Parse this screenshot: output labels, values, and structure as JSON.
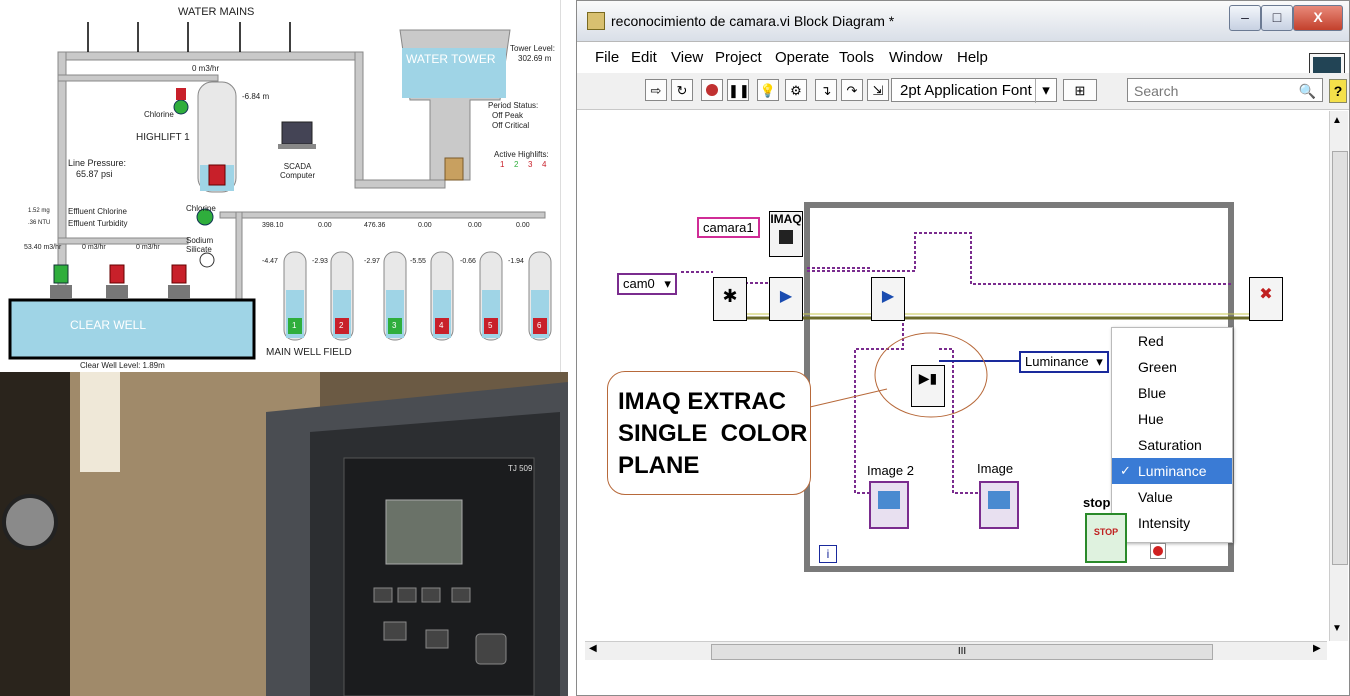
{
  "scada": {
    "water_mains": "WATER MAINS",
    "water_tower": "WATER TOWER",
    "tower_level_label": "Tower Level:",
    "tower_level_value": "302.69 m",
    "flow_top": "0 m3/hr",
    "level_highlift": "-6.84 m",
    "chlorine_top": "Chlorine",
    "highlift": "HIGHLIFT 1",
    "period_status_label": "Period Status:",
    "period_status_peak": "Off Peak",
    "period_status_critical": "Off Critical",
    "scada_computer": "SCADA\nComputer",
    "active_highlifts": "Active Highlifts:",
    "highlift_numbers": [
      "1",
      "2",
      "3",
      "4"
    ],
    "line_pressure_label": "Line Pressure:",
    "line_pressure_value": "65.87 psi",
    "effluent_chlorine_value": "1.52 mg",
    "effluent_chlorine_label": "Effluent Chlorine",
    "effluent_turbidity_value": ".36 NTU",
    "effluent_turbidity_label": "Effluent Turbidity",
    "chlorine_mid": "Chlorine",
    "sodium_silicate": "Sodium\nSilicate",
    "pump_flows": [
      "53.40 m3/hr",
      "0 m3/hr",
      "0 m3/hr"
    ],
    "well_flows": [
      "398.10",
      "0.00",
      "476.36",
      "0.00",
      "0.00",
      "0.00"
    ],
    "well_levels": [
      "-4.47",
      "-2.93",
      "-2.97",
      "-5.55",
      "-0.66",
      "-1.94"
    ],
    "well_numbers": [
      "1",
      "2",
      "3",
      "4",
      "5",
      "6"
    ],
    "clear_well": "CLEAR WELL",
    "main_well_field": "MAIN WELL FIELD",
    "clear_well_level": "Clear Well Level: 1.89m",
    "colors": {
      "water": "#9fd4e6",
      "pipe": "#c9c9c9",
      "pump_on": "#2fae3c",
      "pump_off": "#c8202a"
    }
  },
  "labview": {
    "title": "reconocimiento de camara.vi Block Diagram *",
    "window_buttons": {
      "minimize": "–",
      "maximize": "□",
      "close": "X"
    },
    "menu": [
      "File",
      "Edit",
      "View",
      "Project",
      "Operate",
      "Tools",
      "Window",
      "Help"
    ],
    "toolbar": {
      "font": "2pt Application Font",
      "search_placeholder": "Search",
      "help": "?"
    },
    "diagram": {
      "camara_label": "camara1",
      "imaq_label": "IMAQ",
      "cam_control": "cam0",
      "enum_value": "Luminance",
      "image2": "Image 2",
      "image": "Image",
      "stop": "stop",
      "stop_btn": "STOP",
      "loop_info": "i",
      "callout": "IMAQ EXTRAC\nSINGLE  COLOR\nPLANE"
    },
    "dropdown": [
      {
        "label": "Red",
        "selected": false
      },
      {
        "label": "Green",
        "selected": false
      },
      {
        "label": "Blue",
        "selected": false
      },
      {
        "label": "Hue",
        "selected": false
      },
      {
        "label": "Saturation",
        "selected": false
      },
      {
        "label": "Luminance",
        "selected": true
      },
      {
        "label": "Value",
        "selected": false
      },
      {
        "label": "Intensity",
        "selected": false
      }
    ],
    "hscroll_label": "III",
    "colors": {
      "loop_border": "#7a7a7a",
      "session_wire": "#7a2c8e",
      "image_wire": "#6b6b2a",
      "enum_wire": "#1a2a9c",
      "selection": "#3a7bd5"
    }
  },
  "photo": {
    "panel_model": "TJ 509"
  }
}
